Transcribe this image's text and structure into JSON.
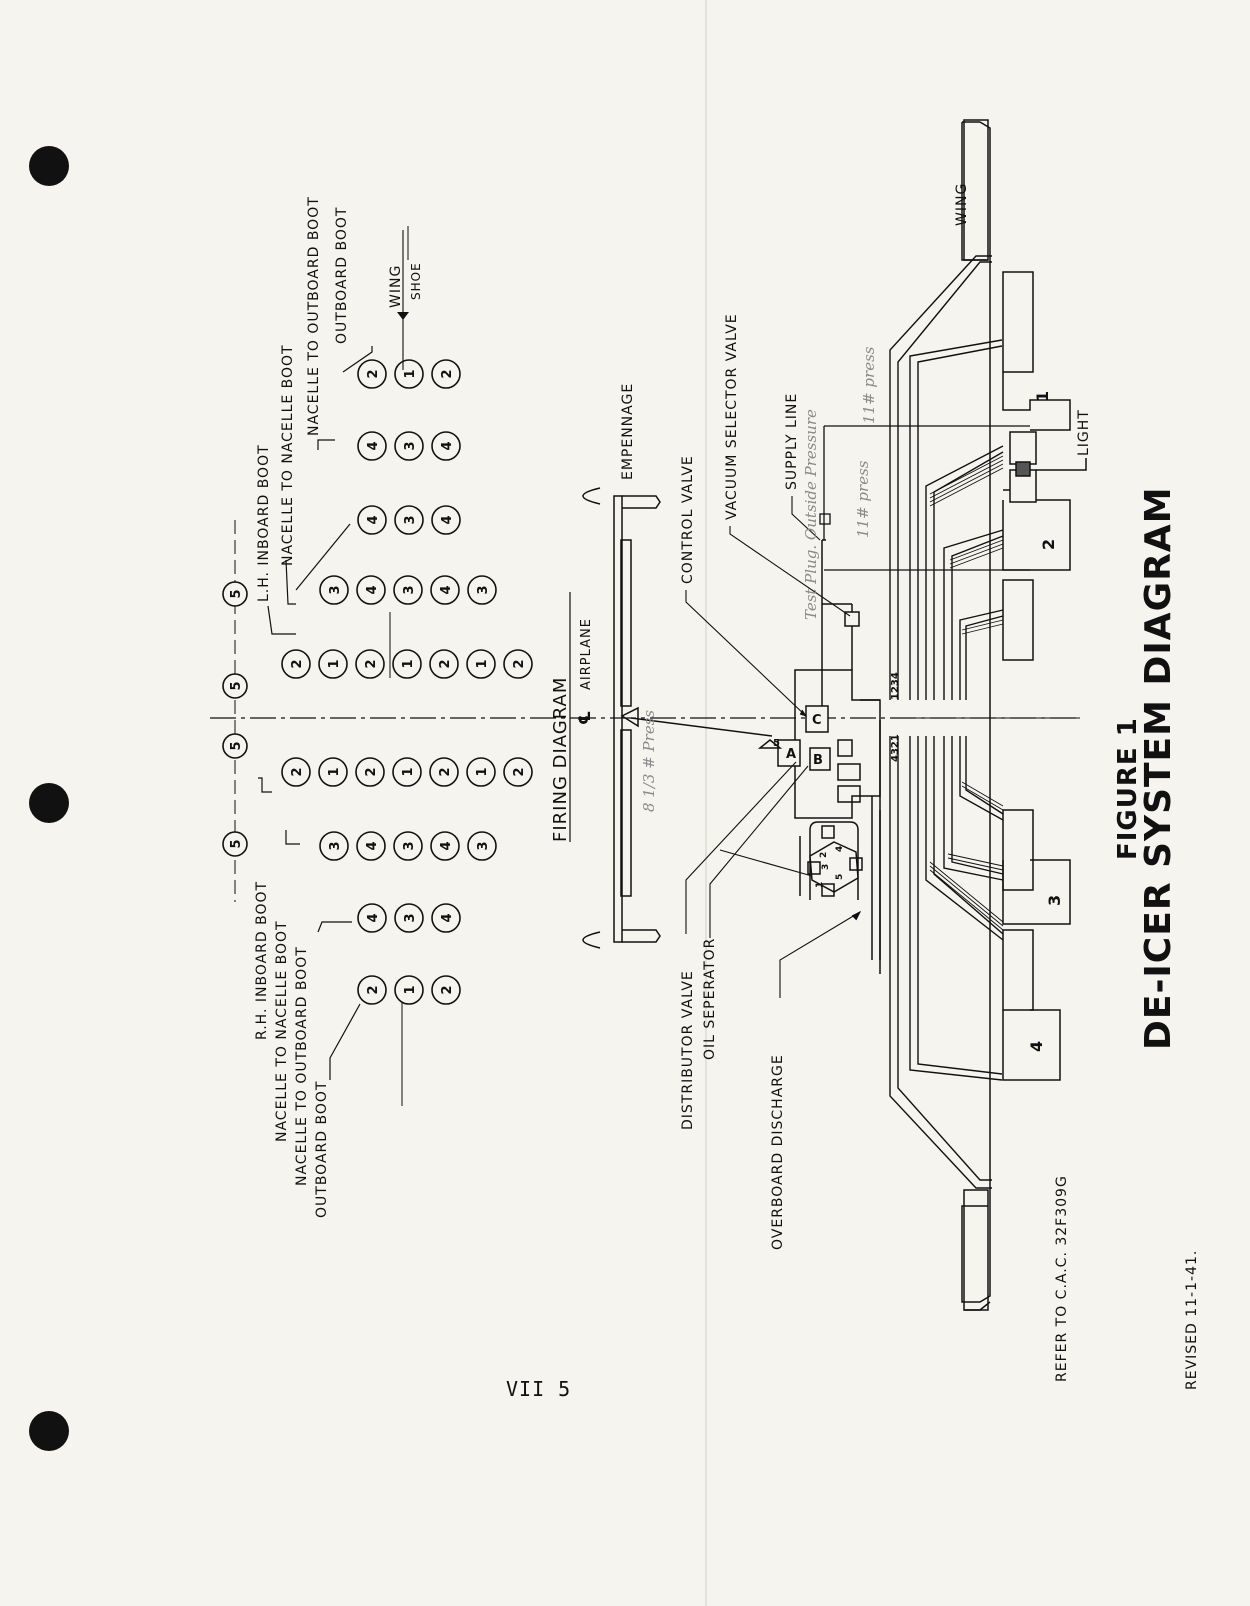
{
  "firing_diagram": {
    "title": "FIRING DIAGRAM",
    "centerline_label": "AIRPLANE",
    "top_label": "L.H. INBOARD BOOT",
    "top_label_2": "NACELLE TO NACELLE BOOT",
    "top_label_3": "NACELLE TO OUTBOARD BOOT",
    "top_label_4": "OUTBOARD BOOT",
    "wing_label": "WING",
    "shoe_label": "SHOE",
    "bottom_label": "R.H. INBOARD BOOT",
    "bottom_label_2": "NACELLE TO NACELLE BOOT",
    "bottom_label_3": "NACELLE TO OUTBOARD BOOT",
    "bottom_label_4": "OUTBOARD BOOT",
    "tail_marker": "5",
    "upper_sequences": [
      [
        "2",
        "1",
        "2"
      ],
      [
        "4",
        "3",
        "4"
      ],
      [
        "4",
        "3",
        "4"
      ],
      [
        "3",
        "4",
        "3",
        "4",
        "3"
      ],
      [
        "2",
        "1",
        "2",
        "1",
        "2",
        "1",
        "2"
      ]
    ],
    "lower_sequences": [
      [
        "2",
        "1",
        "2",
        "1",
        "2",
        "1",
        "2"
      ],
      [
        "3",
        "4",
        "3",
        "4",
        "3"
      ],
      [
        "4",
        "3",
        "4"
      ],
      [
        "2",
        "1",
        "2"
      ]
    ]
  },
  "system": {
    "empennage": "EMPENNAGE",
    "control_valve": "CONTROL VALVE",
    "vacuum_selector_valve": "VACUUM SELECTOR VALVE",
    "supply_line": "SUPPLY LINE",
    "light": "LIGHT",
    "wing_top": "WING",
    "distributor_valve": "DISTRIBUTOR VALVE",
    "oil_separator": "OIL SEPERATOR",
    "overboard_discharge": "OVERBOARD DISCHARGE",
    "valve_a": "A",
    "valve_b": "B",
    "valve_c": "C",
    "port_5": "5",
    "distributor_ports": [
      "1",
      "2",
      "3",
      "4",
      "5"
    ],
    "line_numbers_upper": "1234",
    "line_numbers_lower": "4321",
    "boots": [
      "1",
      "2",
      "3",
      "4"
    ]
  },
  "handwritten": {
    "test_plug": "Test Plug. Outside Pressure",
    "press_1": "11# press",
    "press_2": "11# press",
    "press_3": "8 1/3 # Press"
  },
  "figure": {
    "label": "FIGURE 1",
    "title": "DE-ICER SYSTEM DIAGRAM",
    "refer": "REFER TO C.A.C. 32F309G",
    "revised": "REVISED 11-1-41."
  },
  "page": {
    "number": "VII 5"
  }
}
